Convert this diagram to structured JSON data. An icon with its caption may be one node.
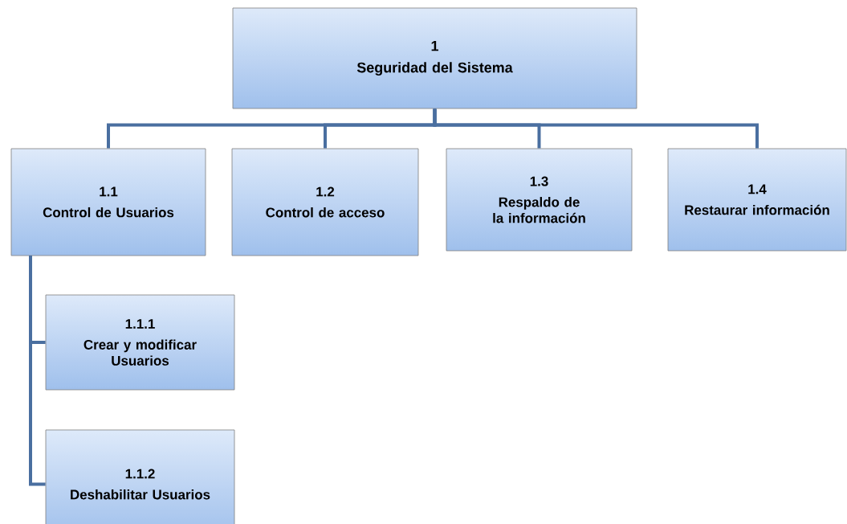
{
  "diagram": {
    "nodes": [
      {
        "text": [
          "1",
          "Seguridad del Sistema"
        ]
      },
      {
        "text": [
          "1.1",
          "Control de Usuarios"
        ]
      },
      {
        "text": [
          "1.2",
          "Control de acceso"
        ]
      },
      {
        "text": [
          "1.3",
          "Respaldo de la información"
        ]
      },
      {
        "text": [
          "1.4",
          "Restaurar información"
        ]
      },
      {
        "text": [
          "1.1.1",
          "Crear y modificar Usuarios"
        ]
      },
      {
        "text": [
          "1.1.2",
          "Deshabilitar Usuarios"
        ]
      }
    ],
    "edges": [
      {
        "from": 0,
        "to": 1,
        "arrow": "none"
      },
      {
        "from": 0,
        "to": 2,
        "arrow": "none"
      },
      {
        "from": 0,
        "to": 3,
        "arrow": "none"
      },
      {
        "from": 0,
        "to": 4,
        "arrow": "none"
      },
      {
        "from": 1,
        "to": 5,
        "arrow": "none"
      },
      {
        "from": 1,
        "to": 6,
        "arrow": "none"
      }
    ]
  }
}
